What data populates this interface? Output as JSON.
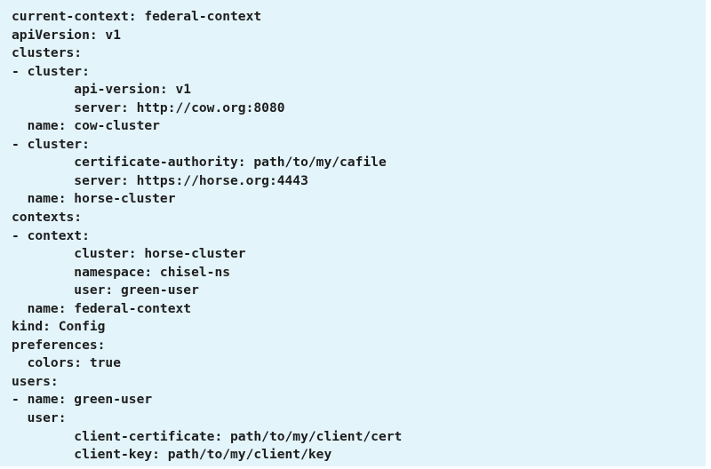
{
  "code_lines": [
    "current-context: federal-context",
    "apiVersion: v1",
    "clusters:",
    "- cluster:",
    "        api-version: v1",
    "        server: http://cow.org:8080",
    "  name: cow-cluster",
    "- cluster:",
    "        certificate-authority: path/to/my/cafile",
    "        server: https://horse.org:4443",
    "  name: horse-cluster",
    "contexts:",
    "- context:",
    "        cluster: horse-cluster",
    "        namespace: chisel-ns",
    "        user: green-user",
    "  name: federal-context",
    "kind: Config",
    "preferences:",
    "  colors: true",
    "users:",
    "- name: green-user",
    "  user:",
    "        client-certificate: path/to/my/client/cert",
    "        client-key: path/to/my/client/key"
  ],
  "colors": {
    "panel_background": "#e3f4fa",
    "text": "#1e1e1e"
  }
}
